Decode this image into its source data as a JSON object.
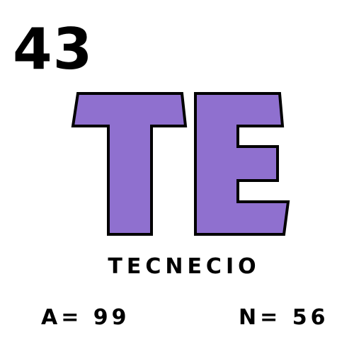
{
  "element": {
    "atomic_number": "43",
    "symbol": "TE",
    "name": "TECNECIO",
    "mass_label": "A= 99",
    "neutrons_label": "N= 56",
    "symbol_color": "#8f70cf",
    "text_color": "#000000"
  }
}
